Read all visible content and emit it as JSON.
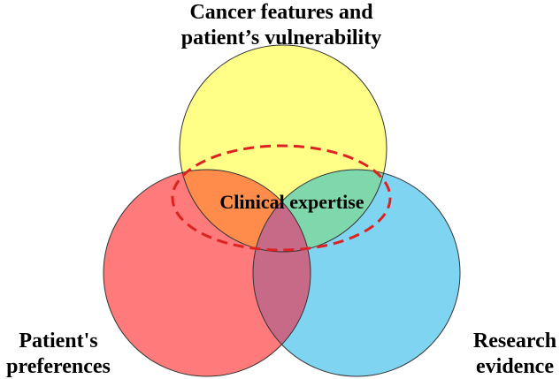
{
  "diagram": {
    "top_label_line1": "Cancer features and",
    "top_label_line2": "patient’s vulnerability",
    "left_label_line1": "Patient's",
    "left_label_line2": "preferences",
    "right_label_line1": "Research",
    "right_label_line2": "evidence",
    "center_label": "Clinical expertise"
  },
  "colors": {
    "top_circle": "#ffff88",
    "left_circle": "#ff7a7a",
    "right_circle": "#7fd4f2",
    "top_left_overlap": "#ff8c4a",
    "top_right_overlap": "#7fd8ac",
    "left_right_overlap": "#c66a88",
    "center_overlap": "#c66a88",
    "outline": "#333333",
    "dashed_ellipse": "#dd2222"
  }
}
